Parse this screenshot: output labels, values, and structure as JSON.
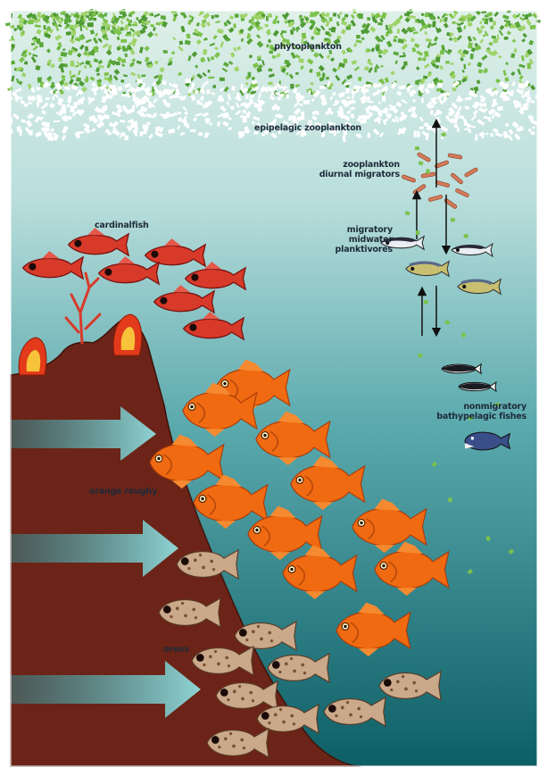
{
  "labels": {
    "phytoplankton": "phytoplankton",
    "epipelagic_zooplankton": "epipelagic zooplankton",
    "zooplankton_line1": "zooplankton",
    "zooplankton_line2": "diurnal migrators",
    "cardinalfish": "cardinalfish",
    "migratory_line1": "migratory",
    "migratory_line2": "midwater",
    "migratory_line3": "planktivores",
    "nonmigratory_line1": "nonmigratory",
    "nonmigratory_line2": "bathypelagic fishes",
    "orange_roughy": "orange roughy",
    "oreos": "oreos"
  },
  "colors": {
    "surface_water": "#cfe8e0",
    "deep_water": "#0f6a6e",
    "seamount": "#6b2417",
    "phytoplankton": "#7cc24a",
    "zooplankton": "#ffffff",
    "cardinalfish": "#d83a2a",
    "orange_roughy": "#f06a12",
    "oreo": "#c9a98a",
    "current_arrow": "#5fb3b8"
  },
  "icons": [
    "cardinalfish-icon",
    "orange-roughy-icon",
    "oreo-icon",
    "migratory-fish-icon",
    "bathypelagic-fish-icon",
    "coral-icon",
    "current-arrow-icon",
    "migration-arrow-icon"
  ]
}
